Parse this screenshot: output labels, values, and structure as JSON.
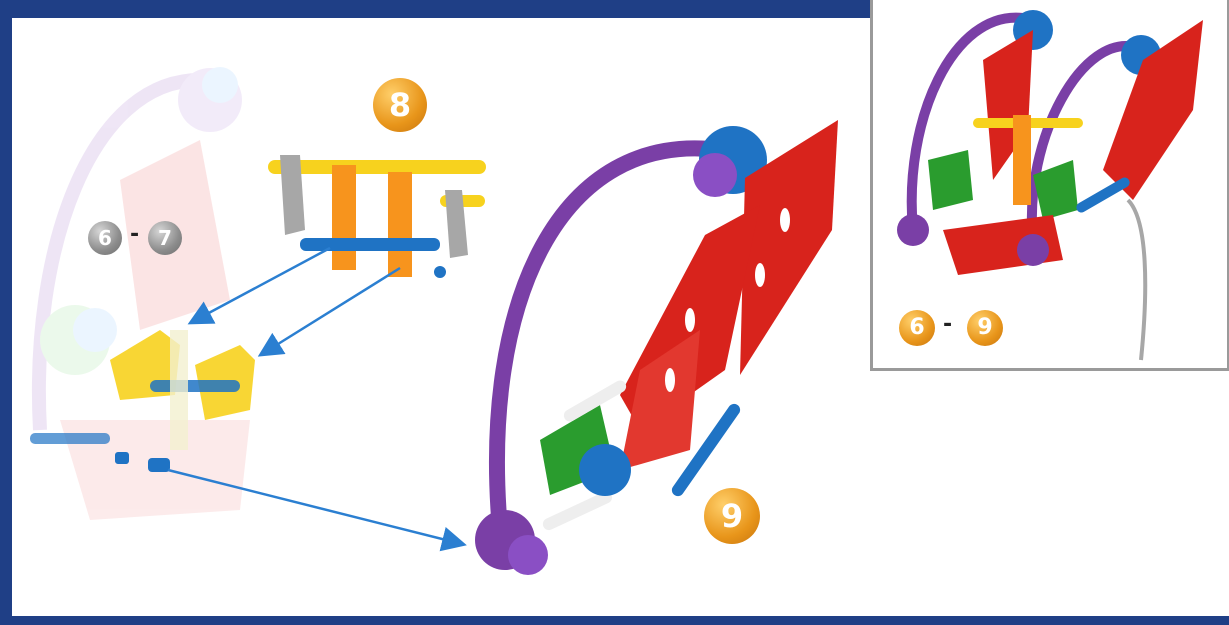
{
  "steps": {
    "step8": "8",
    "step9": "9",
    "range_start": "6",
    "range_dash": "-",
    "range_end": "7"
  },
  "inset": {
    "range_start": "6",
    "range_dash": "-",
    "range_end": "9"
  },
  "colors": {
    "frame": "#1f3f86",
    "badge_orange": "#e8951a",
    "badge_grey": "#8c8c8c",
    "arrow": "#2b7fd1",
    "rod_purple": "#7a3fa6",
    "panel_red": "#d8231c",
    "part_yellow": "#f7d21e",
    "part_orange": "#f7941d",
    "part_blue": "#1f73c4",
    "part_green": "#2a9c2e",
    "part_grey": "#a7a7a7"
  }
}
